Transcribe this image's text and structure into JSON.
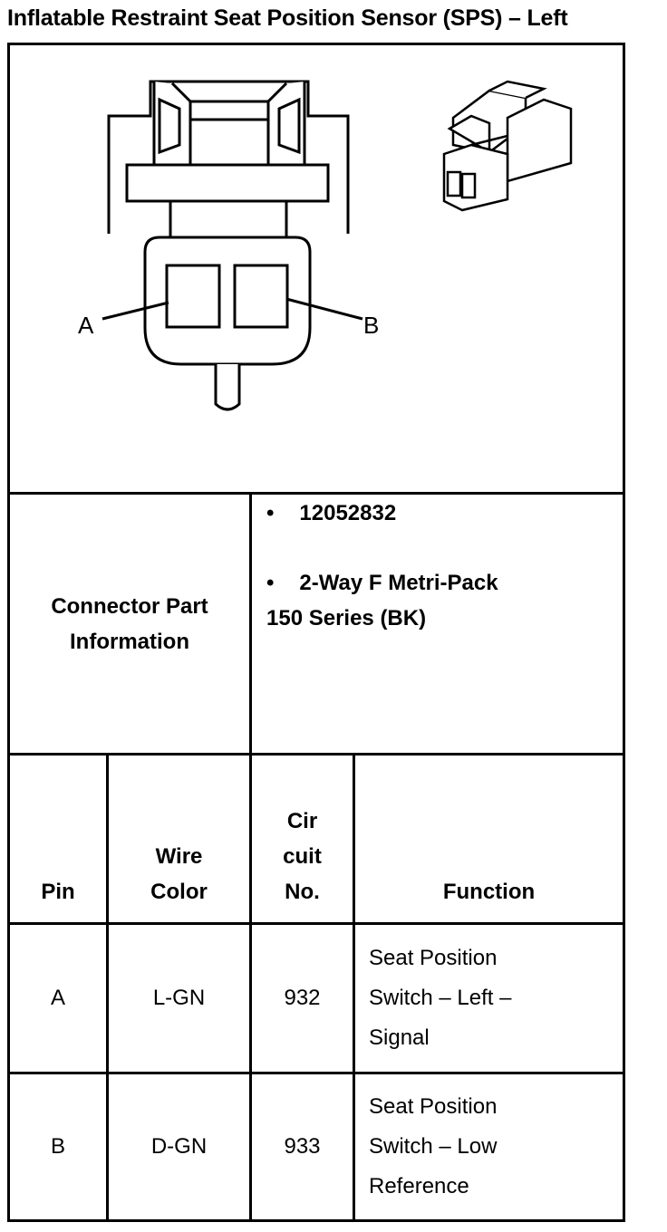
{
  "title": "Inflatable Restraint Seat Position Sensor (SPS) – Left",
  "diagram": {
    "pin_a_label": "A",
    "pin_b_label": "B"
  },
  "connector_info": {
    "label_line1": "Connector Part",
    "label_line2": "Information",
    "part_number": "12052832",
    "description_line1": "2-Way F Metri-Pack",
    "description_line2": "150 Series (BK)",
    "bullet": "•"
  },
  "table": {
    "headers": {
      "pin": "Pin",
      "wire_color_line1": "Wire",
      "wire_color_line2": "Color",
      "circuit_line1": "Cir",
      "circuit_line2": "cuit",
      "circuit_line3": "No.",
      "function": "Function"
    },
    "rows": [
      {
        "pin": "A",
        "wire_color": "L-GN",
        "circuit": "932",
        "function_line1": "Seat Position",
        "function_line2": "Switch – Left –",
        "function_line3": "Signal"
      },
      {
        "pin": "B",
        "wire_color": "D-GN",
        "circuit": "933",
        "function_line1": "Seat Position",
        "function_line2": "Switch – Low",
        "function_line3": "Reference"
      }
    ]
  }
}
